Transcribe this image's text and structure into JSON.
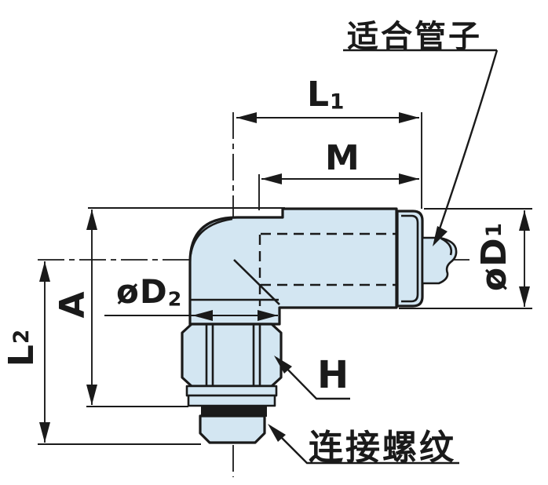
{
  "diagram": {
    "type": "technical-drawing",
    "subject": "elbow push-to-connect pneumatic fitting, dimensioned side view",
    "callouts": {
      "tube_label": "适合管子",
      "thread_label": "连接螺纹"
    },
    "dimensions": {
      "l1": {
        "main": "L",
        "sub": "1"
      },
      "m": {
        "main": "M"
      },
      "a": {
        "main": "A"
      },
      "l2": {
        "main": "L",
        "sub": "2"
      },
      "d1": {
        "main": "øD",
        "sub": "1"
      },
      "d2": {
        "main": "øD",
        "sub": "2"
      },
      "h": {
        "main": "H"
      }
    },
    "colors": {
      "body_fill": "#d3e6f2",
      "line": "#1a1a1a",
      "background": "#ffffff",
      "seal_fill": "#1b1b1b"
    }
  }
}
